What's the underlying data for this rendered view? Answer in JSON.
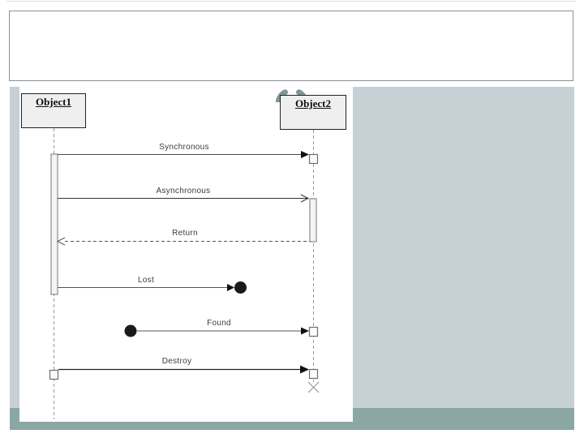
{
  "slide": {
    "kind": "presentation-slide",
    "title_placeholder_text": ""
  },
  "colors": {
    "panel_light": "#c6d0d5",
    "footer_teal": "#8ba7a4",
    "ring_accent": "#7e9697",
    "header_rule": "#83939a",
    "object_box_fill": "#efefef"
  },
  "icons": {
    "ring_ornament": "open-ring",
    "lost_message_endpoint": "filled-circle",
    "found_message_source": "filled-circle",
    "destroy_marker": "x-cross"
  },
  "diagram": {
    "type": "uml-sequence",
    "objects": [
      {
        "label": "Object1"
      },
      {
        "label": "Object2"
      }
    ],
    "messages": [
      {
        "label": "Synchronous",
        "type": "synchronous",
        "from": "Object1",
        "to": "Object2",
        "line": "solid",
        "head": "filled-triangle"
      },
      {
        "label": "Asynchronous",
        "type": "asynchronous",
        "from": "Object1",
        "to": "Object2",
        "line": "solid",
        "head": "open-arrow"
      },
      {
        "label": "Return",
        "type": "return",
        "from": "Object2",
        "to": "Object1",
        "line": "dashed",
        "head": "open-arrow"
      },
      {
        "label": "Lost",
        "type": "lost",
        "from": "Object1",
        "to": "filled-circle",
        "line": "solid",
        "head": "filled-triangle"
      },
      {
        "label": "Found",
        "type": "found",
        "from": "filled-circle",
        "to": "Object2",
        "line": "solid",
        "head": "filled-triangle"
      },
      {
        "label": "Destroy",
        "type": "destroy",
        "from": "Object1",
        "to": "Object2",
        "line": "solid",
        "head": "filled-triangle",
        "end_marker": "x-cross"
      }
    ]
  }
}
